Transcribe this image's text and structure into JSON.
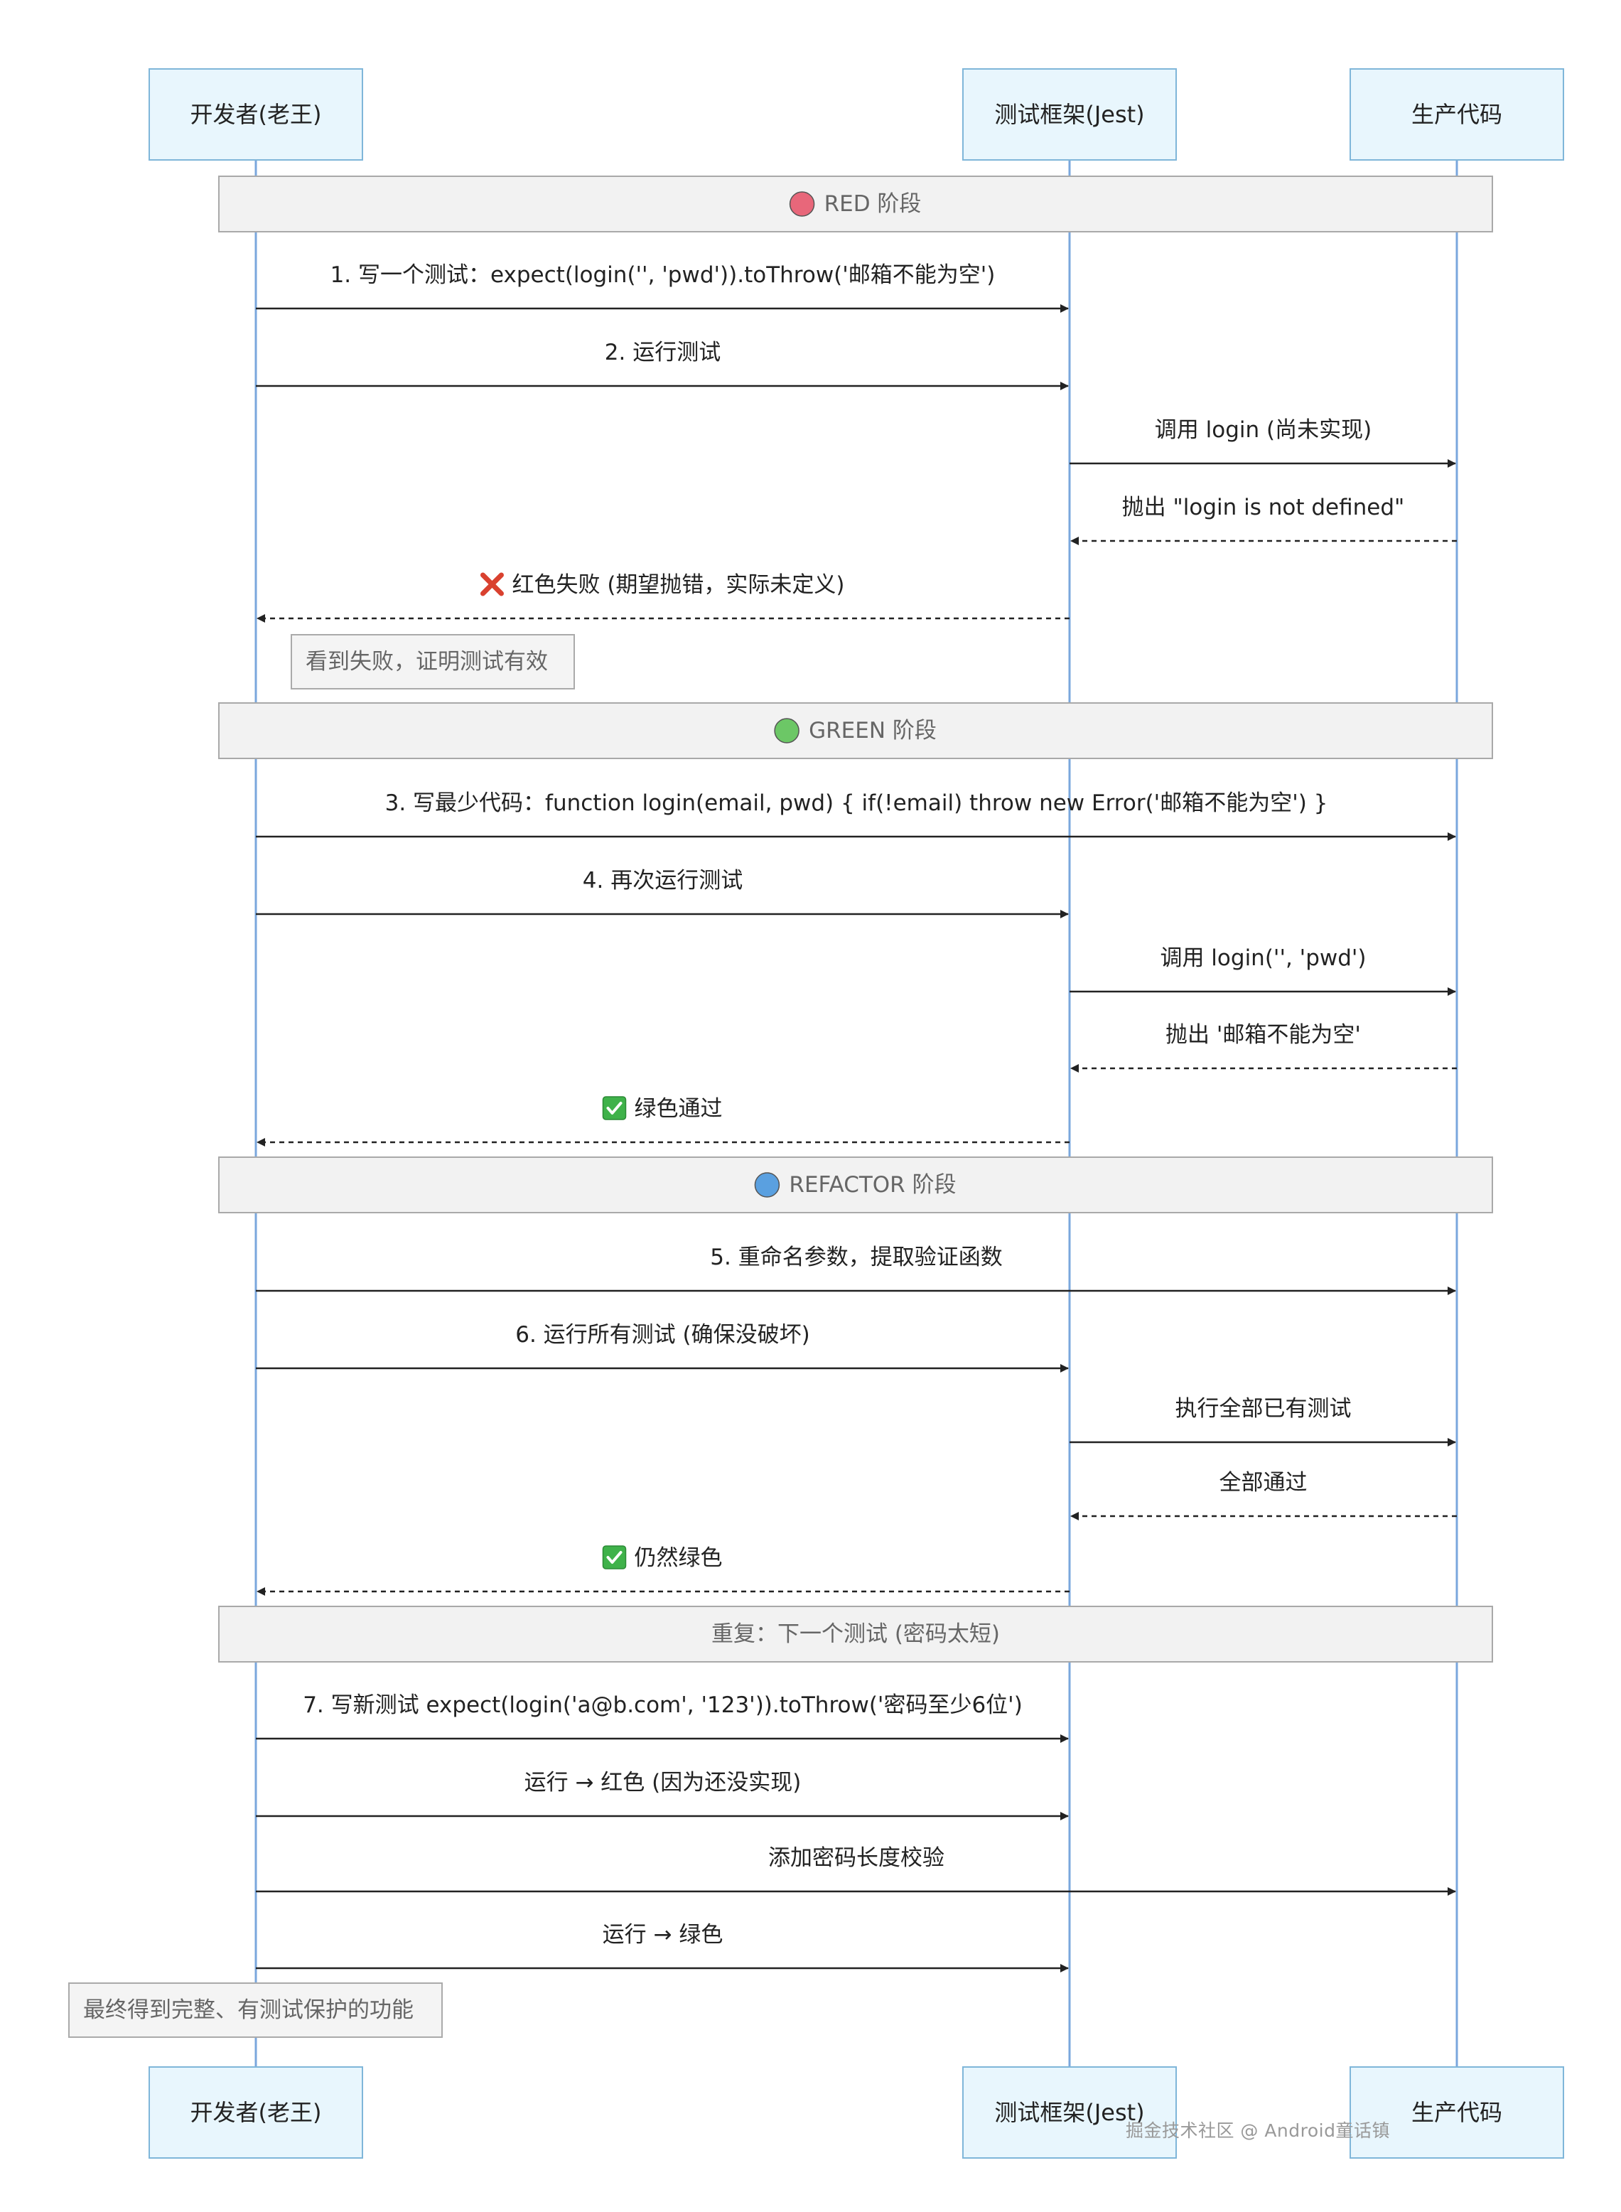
{
  "participants": [
    {
      "id": "dev",
      "label": "开发者(老王)"
    },
    {
      "id": "jest",
      "label": "测试框架(Jest)"
    },
    {
      "id": "prod",
      "label": "生产代码"
    }
  ],
  "phases": [
    {
      "id": "red",
      "icon": "red-circle",
      "color": "#e8677a",
      "label": "RED 阶段"
    },
    {
      "id": "green",
      "icon": "green-circle",
      "color": "#6cc766",
      "label": "GREEN 阶段"
    },
    {
      "id": "refactor",
      "icon": "blue-circle",
      "color": "#5aa0e0",
      "label": "REFACTOR 阶段"
    },
    {
      "id": "repeat",
      "icon": "",
      "label": "重复：下一个测试 (密码太短)"
    }
  ],
  "messages": [
    {
      "from": "dev",
      "to": "jest",
      "style": "solid",
      "label": "1. 写一个测试：expect(login('', 'pwd')).toThrow('邮箱不能为空')"
    },
    {
      "from": "dev",
      "to": "jest",
      "style": "solid",
      "label": "2. 运行测试"
    },
    {
      "from": "jest",
      "to": "prod",
      "style": "solid",
      "label": "调用 login (尚未实现)"
    },
    {
      "from": "prod",
      "to": "jest",
      "style": "dashed",
      "label": "抛出 \"login is not defined\""
    },
    {
      "from": "jest",
      "to": "dev",
      "style": "dashed",
      "icon": "cross-mark-icon",
      "label": "红色失败 (期望抛错，实际未定义)"
    },
    {
      "from": "dev",
      "to": "prod",
      "style": "solid",
      "label": "3. 写最少代码：function login(email, pwd) { if(!email) throw new Error('邮箱不能为空') }"
    },
    {
      "from": "dev",
      "to": "jest",
      "style": "solid",
      "label": "4. 再次运行测试"
    },
    {
      "from": "jest",
      "to": "prod",
      "style": "solid",
      "label": "调用 login('', 'pwd')"
    },
    {
      "from": "prod",
      "to": "jest",
      "style": "dashed",
      "label": "抛出 '邮箱不能为空'"
    },
    {
      "from": "jest",
      "to": "dev",
      "style": "dashed",
      "icon": "check-mark-icon",
      "label": "绿色通过"
    },
    {
      "from": "dev",
      "to": "prod",
      "style": "solid",
      "label": "5. 重命名参数，提取验证函数"
    },
    {
      "from": "dev",
      "to": "jest",
      "style": "solid",
      "label": "6. 运行所有测试 (确保没破坏)"
    },
    {
      "from": "jest",
      "to": "prod",
      "style": "solid",
      "label": "执行全部已有测试"
    },
    {
      "from": "prod",
      "to": "jest",
      "style": "dashed",
      "label": "全部通过"
    },
    {
      "from": "jest",
      "to": "dev",
      "style": "dashed",
      "icon": "check-mark-icon",
      "label": "仍然绿色"
    },
    {
      "from": "dev",
      "to": "jest",
      "style": "solid",
      "label": "7. 写新测试 expect(login('a@b.com', '123')).toThrow('密码至少6位')"
    },
    {
      "from": "dev",
      "to": "jest",
      "style": "solid",
      "label": "运行 → 红色 (因为还没实现)"
    },
    {
      "from": "dev",
      "to": "prod",
      "style": "solid",
      "label": "添加密码长度校验"
    },
    {
      "from": "dev",
      "to": "jest",
      "style": "solid",
      "label": "运行 → 绿色"
    }
  ],
  "notes": [
    {
      "id": "note-red",
      "label": "看到失败，证明测试有效"
    },
    {
      "id": "note-final",
      "label": "最终得到完整、有测试保护的功能"
    }
  ],
  "watermark": "掘金技术社区 @ Android童话镇"
}
